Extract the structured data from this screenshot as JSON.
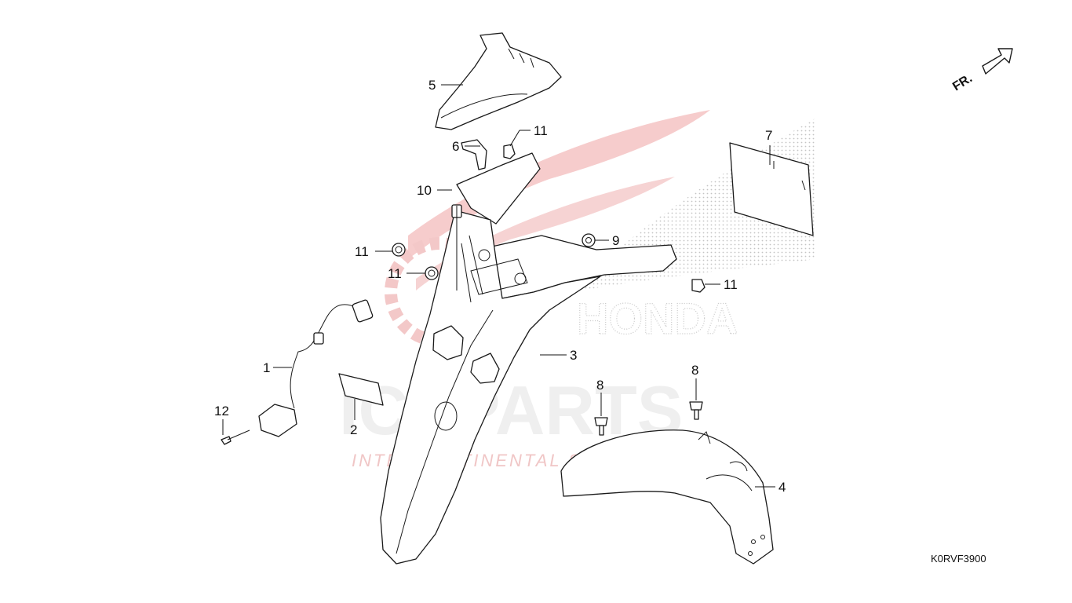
{
  "diagram": {
    "code": "K0RVF3900",
    "direction_marker": "FR.",
    "watermark": {
      "brand": "ICSPARTS",
      "tagline": "INTERCONTINENTAL SPARE PARTS",
      "logo_text": "HONDA"
    },
    "callouts": [
      {
        "id": "c1",
        "label": "1",
        "part": "rear-license-light-harness"
      },
      {
        "id": "c2",
        "label": "2",
        "part": "reflector"
      },
      {
        "id": "c3",
        "label": "3",
        "part": "rear-fender"
      },
      {
        "id": "c4",
        "label": "4",
        "part": "rear-mudguard"
      },
      {
        "id": "c5",
        "label": "5",
        "part": "rear-fender-cover"
      },
      {
        "id": "c6",
        "label": "6",
        "part": "rubber-strip"
      },
      {
        "id": "c7",
        "label": "7",
        "part": "license-plate-plate"
      },
      {
        "id": "c8a",
        "label": "8",
        "part": "bolt"
      },
      {
        "id": "c8b",
        "label": "8",
        "part": "bolt"
      },
      {
        "id": "c9",
        "label": "9",
        "part": "grommet"
      },
      {
        "id": "c10",
        "label": "10",
        "part": "clip-nut"
      },
      {
        "id": "c11a",
        "label": "11",
        "part": "nut"
      },
      {
        "id": "c11b",
        "label": "11",
        "part": "nut"
      },
      {
        "id": "c11c",
        "label": "11",
        "part": "nut"
      },
      {
        "id": "c11d",
        "label": "11",
        "part": "nut"
      },
      {
        "id": "c12",
        "label": "12",
        "part": "screw"
      }
    ]
  }
}
